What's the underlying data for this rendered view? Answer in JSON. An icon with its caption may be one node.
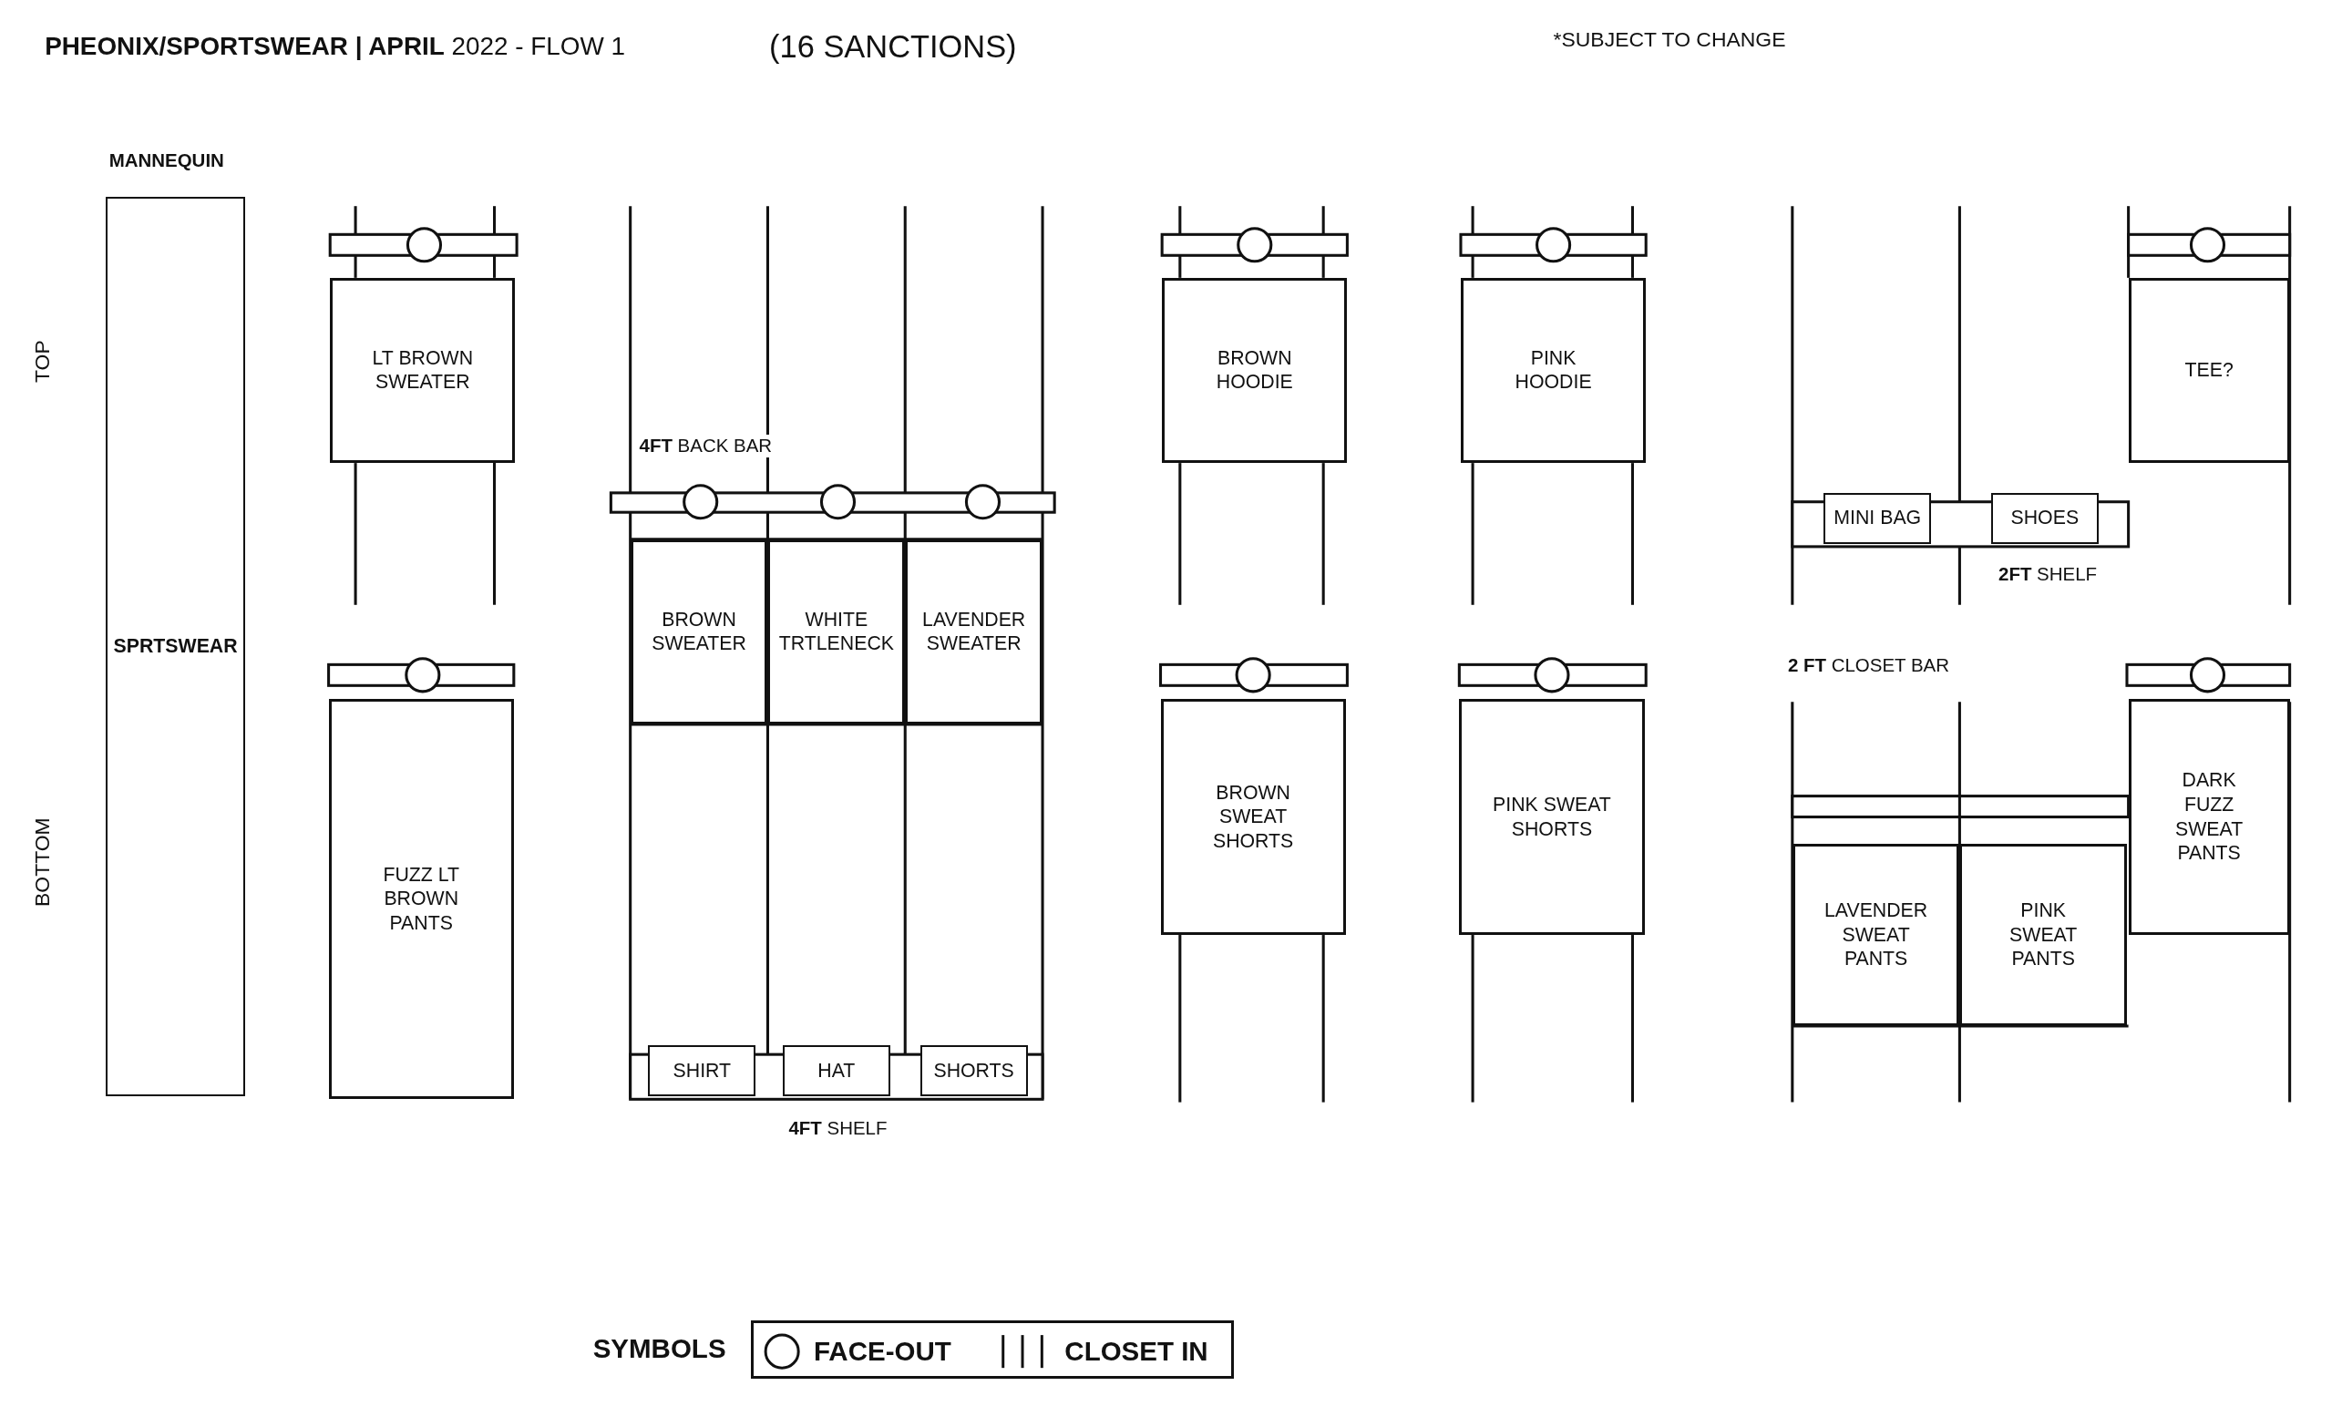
{
  "diagram": {
    "title": "**PHEONIX/SPORTSWEAR | APRIL** 2022 - FLOW 1",
    "nodes": [
      {
        "text": [
          "SPRTSWEAR"
        ],
        "beside": [
          "MANNEQUIN"
        ]
      },
      {
        "text": [
          "LT BROWN SWEATER"
        ]
      },
      {
        "text": [
          "BROWN SWEATER"
        ]
      },
      {
        "text": [
          "WHITE TRTLENECK"
        ]
      },
      {
        "text": [
          "LAVENDER SWEATER"
        ]
      },
      {
        "text": [
          "BROWN HOODIE"
        ]
      },
      {
        "text": [
          "PINK HOODIE"
        ]
      },
      {
        "text": [
          "TEE?"
        ]
      },
      {
        "text": [
          "MINI BAG"
        ]
      },
      {
        "text": [
          "SHOES"
        ]
      },
      {
        "text": [
          "FUZZ LT BROWN PANTS"
        ]
      },
      {
        "text": [
          "SHIRT"
        ]
      },
      {
        "text": [
          "HAT"
        ]
      },
      {
        "text": [
          "SHORTS"
        ]
      },
      {
        "text": [
          "BROWN SWEAT SHORTS"
        ]
      },
      {
        "text": [
          "PINK SWEAT SHORTS"
        ]
      },
      {
        "text": [
          "DARK FUZZ SWEAT PANTS"
        ]
      },
      {
        "text": [
          "LAVENDER SWEAT PANTS"
        ]
      },
      {
        "text": [
          "PINK SWEAT PANTS"
        ]
      }
    ],
    "labels": [
      "(16 SANCTIONS)",
      "*SUBJECT TO CHANGE",
      "TOP",
      "BOTTOM",
      "**4FT** BACK BAR",
      "**2FT** SHELF",
      "**2 FT** CLOSET BAR",
      "**4FT** SHELF",
      "SYMBOLS"
    ],
    "legend": [
      {
        "text": "FACE-OUT"
      },
      {
        "text": "CLOSET IN"
      }
    ]
  }
}
